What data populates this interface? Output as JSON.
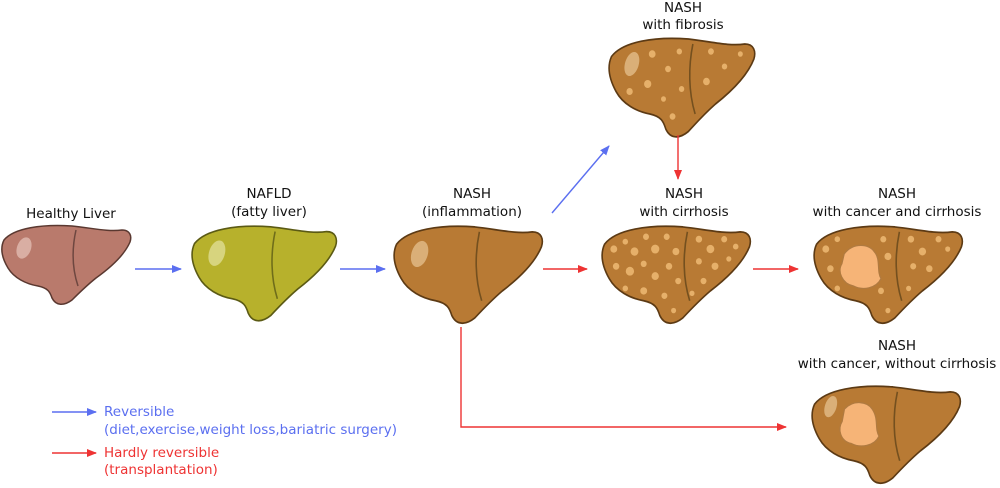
{
  "stages": {
    "healthy": {
      "line1": "Healthy Liver"
    },
    "nafld": {
      "line1": "NAFLD",
      "line2": "(fatty liver)"
    },
    "nash": {
      "line1": "NASH",
      "line2": "(inflammation)"
    },
    "fibrosis": {
      "line1": "NASH",
      "line2": "with fibrosis"
    },
    "cirrhosis": {
      "line1": "NASH",
      "line2": "with cirrhosis"
    },
    "cancer_cirrhosis": {
      "line1": "NASH",
      "line2": "with cancer and cirrhosis"
    },
    "cancer_no_cirrhosis": {
      "line1": "NASH",
      "line2": "with cancer, without cirrhosis"
    }
  },
  "legend": {
    "reversible": {
      "label": "Reversible",
      "detail": "(diet,exercise,weight loss,bariatric surgery)"
    },
    "hardly_reversible": {
      "label": "Hardly reversible",
      "detail": "(transplantation)"
    }
  },
  "colors": {
    "reversible_arrow": "#5b6ff0",
    "hardly_reversible_arrow": "#ee3333",
    "healthy_liver": "#b97a6c",
    "fatty_liver": "#b7b12c",
    "inflamed_liver": "#b87a34",
    "nodule": "#e6b06a",
    "tumor": "#f6b477"
  }
}
